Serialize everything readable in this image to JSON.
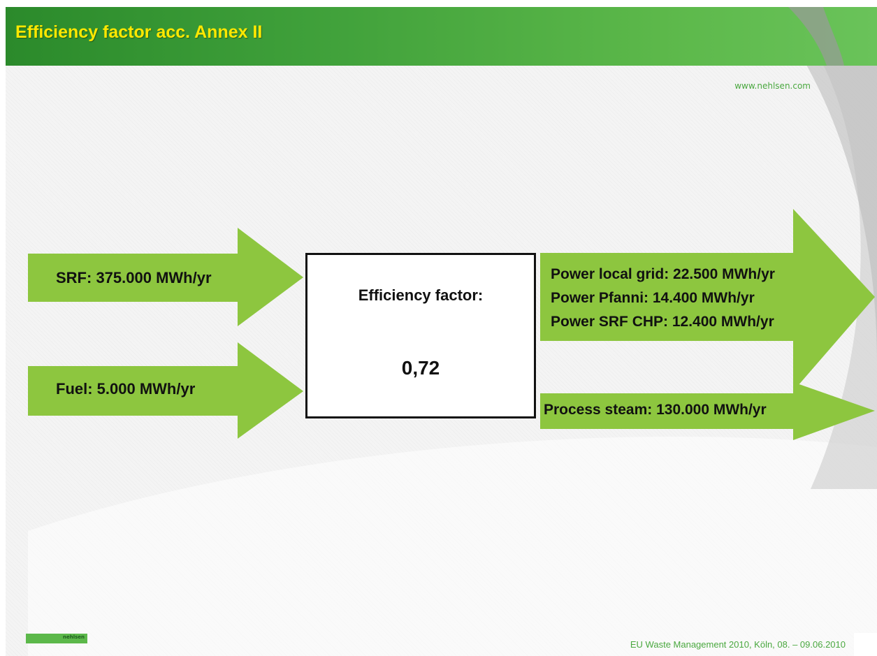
{
  "header": {
    "title": "Efficiency factor acc. Annex II",
    "website": "www.nehlsen.com"
  },
  "colors": {
    "header_green": "#3fa03a",
    "arrow_green": "#8dc63f",
    "title_yellow": "#ffe800",
    "footer_green": "#4aa83f"
  },
  "diagram": {
    "inputs": [
      {
        "label": "SRF: 375.000 MWh/yr"
      },
      {
        "label": "Fuel: 5.000 MWh/yr"
      }
    ],
    "center": {
      "label": "Efficiency factor:",
      "value": "0,72"
    },
    "outputs": [
      {
        "lines": [
          "Power local grid: 22.500 MWh/yr",
          "Power Pfanni: 14.400 MWh/yr",
          "Power SRF CHP: 12.400 MWh/yr"
        ]
      },
      {
        "label": "Process steam: 130.000 MWh/yr"
      }
    ]
  },
  "footer": {
    "logo_text": "nehlsen",
    "event": "EU Waste Management 2010, Köln, 08. – 09.06.2010"
  }
}
